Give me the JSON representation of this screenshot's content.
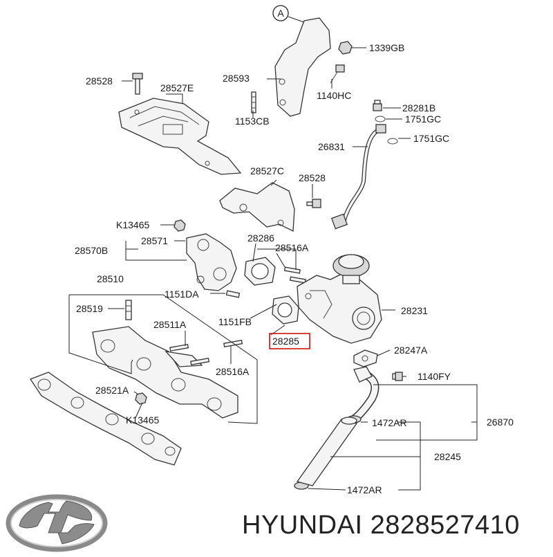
{
  "ref_marker": "A",
  "labels": {
    "l1339gb": "1339GB",
    "l28593": "28593",
    "l1140hc": "1140HC",
    "l1153cb": "1153CB",
    "l28528a": "28528",
    "l28527e": "28527E",
    "l28281b": "28281B",
    "l1751gc_a": "1751GC",
    "l1751gc_b": "1751GC",
    "l26831": "26831",
    "l28527c": "28527C",
    "l28528b": "28528",
    "lk13465a": "K13465",
    "l28571": "28571",
    "l28570b": "28570B",
    "l28286": "28286",
    "l28516a_a": "28516A",
    "l28510": "28510",
    "l1151da": "1151DA",
    "l28519": "28519",
    "l1151fb": "1151FB",
    "l28231": "28231",
    "l28285": "28285",
    "l28511a": "28511A",
    "l28247a": "28247A",
    "l28516a_b": "28516A",
    "l1140fy": "1140FY",
    "l28521a": "28521A",
    "lk13465b": "K13465",
    "l1472ar_a": "1472AR",
    "l26870": "26870",
    "l28245": "28245",
    "l1472ar_b": "1472AR"
  },
  "highlight": {
    "part": "28285",
    "color": "#cc0000"
  },
  "brand_text": "HYUNDAI 2828527410"
}
